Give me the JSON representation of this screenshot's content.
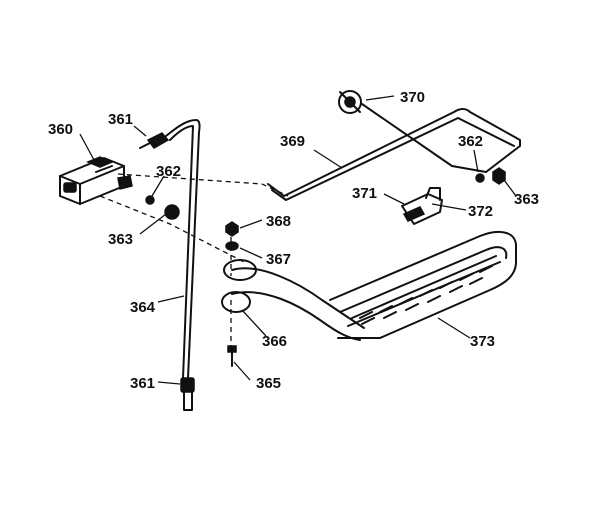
{
  "colors": {
    "ink": "#111111",
    "paper": "#ffffff"
  },
  "callouts": {
    "c360": "360",
    "c361_top": "361",
    "c362_left": "362",
    "c363_left": "363",
    "c364": "364",
    "c361_bottom": "361",
    "c365": "365",
    "c366": "366",
    "c367": "367",
    "c368": "368",
    "c369": "369",
    "c370": "370",
    "c371": "371",
    "c372": "372",
    "c362_right": "362",
    "c363_right": "363",
    "c373": "373"
  }
}
